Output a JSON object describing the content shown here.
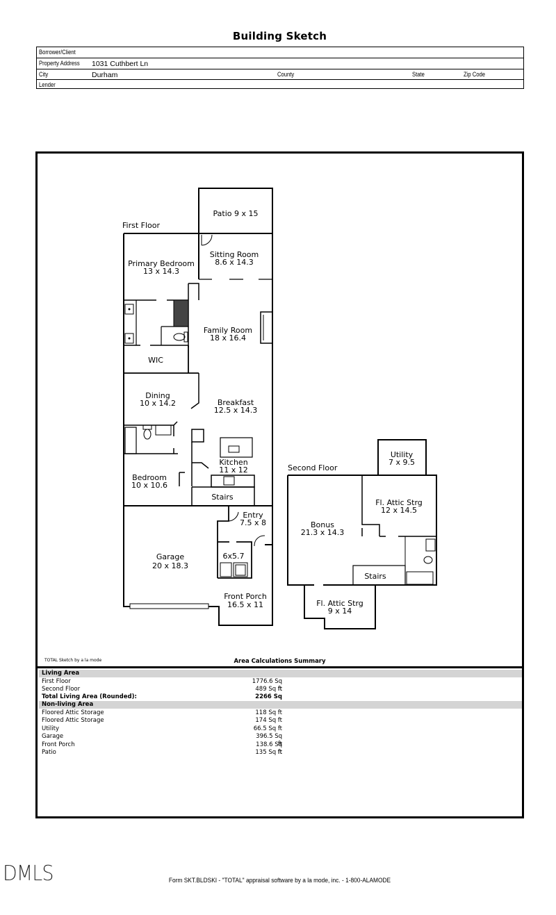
{
  "document": {
    "title": "Building Sketch"
  },
  "header": {
    "borrower_label": "Borrower/Client",
    "borrower_value": "",
    "address_label": "Property Address",
    "address_value": "1031 Cuthbert Ln",
    "city_label": "City",
    "city_value": "Durham",
    "county_label": "County",
    "state_label": "State",
    "zip_label": "Zip Code",
    "lender_label": "Lender"
  },
  "sketch": {
    "first_floor": {
      "label": "First Floor",
      "rooms": [
        {
          "name": "Patio",
          "dims": "9 x 15",
          "label": "Patio 9 x 15"
        },
        {
          "name": "Sitting Room",
          "dims": "8.6 x 14.3"
        },
        {
          "name": "Primary Bedroom",
          "dims": "13 x 14.3"
        },
        {
          "name": "Family Room",
          "dims": "18 x 16.4"
        },
        {
          "name": "WIC",
          "dims": ""
        },
        {
          "name": "Dining",
          "dims": "10 x 14.2"
        },
        {
          "name": "Breakfast",
          "dims": "12.5 x 14.3"
        },
        {
          "name": "Kitchen",
          "dims": "11 x 12"
        },
        {
          "name": "Bedroom",
          "dims": "10 x 10.6"
        },
        {
          "name": "Stairs",
          "dims": ""
        },
        {
          "name": "Entry",
          "dims": "7.5 x 8"
        },
        {
          "name": "Garage",
          "dims": "20 x 18.3"
        },
        {
          "name": "6x5.7",
          "dims": ""
        },
        {
          "name": "Front Porch",
          "dims": "16.5 x 11"
        }
      ]
    },
    "second_floor": {
      "label": "Second Floor",
      "rooms": [
        {
          "name": "Utility",
          "dims": "7 x 9.5"
        },
        {
          "name": "Fl. Attic Strg",
          "dims": "12 x 14.5"
        },
        {
          "name": "Bonus",
          "dims": "21.3 x 14.3"
        },
        {
          "name": "Stairs",
          "dims": ""
        },
        {
          "name": "Fl. Attic Strg",
          "dims": "9 x 14"
        }
      ]
    },
    "credit": "TOTAL Sketch by a la mode"
  },
  "summary": {
    "title": "Area Calculations Summary",
    "living_header": "Living Area",
    "living_rows": [
      {
        "label": "First Floor",
        "value": "1776.6 Sq ft"
      },
      {
        "label": "Second Floor",
        "value": "489 Sq ft"
      }
    ],
    "total_label": "Total Living Area (Rounded):",
    "total_value": "2266 Sq ft",
    "nonliving_header": "Non-living Area",
    "nonliving_rows": [
      {
        "label": "Floored Attic Storage",
        "value": "118 Sq ft"
      },
      {
        "label": "Floored Attic Storage",
        "value": "174 Sq ft"
      },
      {
        "label": "Utility",
        "value": "66.5 Sq ft"
      },
      {
        "label": "Garage",
        "value": "396.5 Sq ft"
      },
      {
        "label": "Front Porch",
        "value": "138.6 Sq ft"
      },
      {
        "label": "Patio",
        "value": "135 Sq ft"
      }
    ]
  },
  "watermark": "DMLS",
  "footer": "Form SKT.BLDSKI - \"TOTAL\" appraisal software by a la mode, inc. - 1-800-ALAMODE"
}
